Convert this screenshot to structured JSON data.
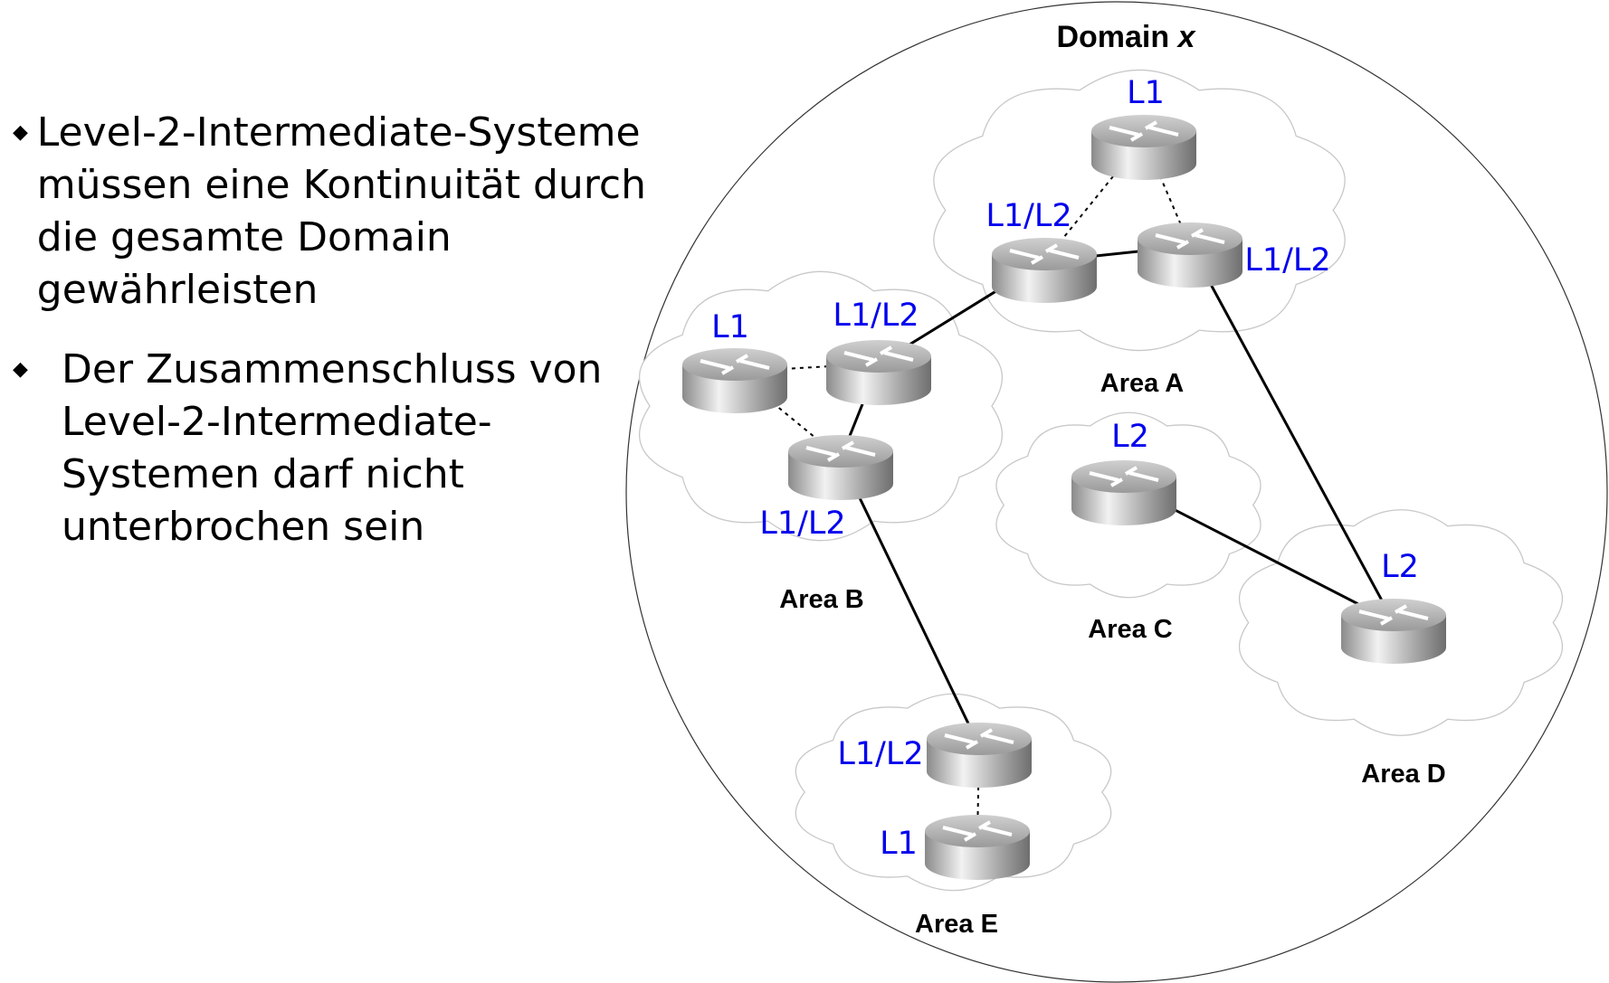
{
  "text": {
    "bullets": [
      {
        "lines": [
          "Level-2-Intermediate-Systeme",
          "müssen eine Kontinuität durch",
          "die gesamte Domain",
          "gewährleisten"
        ]
      },
      {
        "lines": [
          "Der Zusammenschluss von",
          "Level-2-Intermediate-",
          "Systemen darf nicht",
          "unterbrochen sein"
        ]
      }
    ],
    "bullet_icon": "diamond-bullet-icon"
  },
  "diagram": {
    "domain_title": "Domain ",
    "domain_var": "x",
    "areas": [
      "Area A",
      "Area B",
      "Area C",
      "Area D",
      "Area E"
    ],
    "routers": [
      {
        "id": "a1",
        "label": "L1"
      },
      {
        "id": "a2",
        "label": "L1/L2"
      },
      {
        "id": "a3",
        "label": "L1/L2"
      },
      {
        "id": "b1",
        "label": "L1"
      },
      {
        "id": "b2",
        "label": "L1/L2"
      },
      {
        "id": "b3",
        "label": "L1/L2"
      },
      {
        "id": "c1",
        "label": "L2"
      },
      {
        "id": "d1",
        "label": "L2"
      },
      {
        "id": "e1",
        "label": "L1/L2"
      },
      {
        "id": "e2",
        "label": "L1"
      }
    ],
    "links": [
      {
        "from": "a2",
        "to": "a3",
        "style": "solid"
      },
      {
        "from": "a2",
        "to": "b2",
        "style": "solid"
      },
      {
        "from": "b2",
        "to": "b3",
        "style": "solid"
      },
      {
        "from": "b3",
        "to": "e1",
        "style": "solid"
      },
      {
        "from": "a3",
        "to": "d1",
        "style": "solid"
      },
      {
        "from": "c1",
        "to": "d1",
        "style": "solid"
      },
      {
        "from": "a1",
        "to": "a2",
        "style": "dotted"
      },
      {
        "from": "a1",
        "to": "a3",
        "style": "dotted"
      },
      {
        "from": "b1",
        "to": "b2",
        "style": "dotted"
      },
      {
        "from": "b1",
        "to": "b3",
        "style": "dotted"
      },
      {
        "from": "e1",
        "to": "e2",
        "style": "dotted"
      }
    ],
    "colors": {
      "label": "#0000ee",
      "link": "#000000",
      "cloud": "#c8c8c8"
    }
  }
}
